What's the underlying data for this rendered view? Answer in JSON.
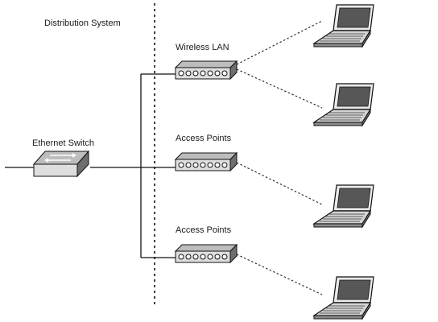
{
  "labels": {
    "distribution_system": "Distribution System",
    "ethernet_switch": "Ethernet Switch",
    "ap_top": "Wireless LAN",
    "ap_middle": "Access Points",
    "ap_bottom": "Access Points"
  },
  "icons": {
    "switch": "ethernet-switch-icon",
    "access_point": "access-point-icon",
    "laptop": "laptop-icon"
  },
  "colors": {
    "line": "#111111",
    "device_top": "#bdbdbd",
    "device_front": "#dedede",
    "device_side": "#6e6e6e",
    "laptop_screen": "#575757"
  }
}
